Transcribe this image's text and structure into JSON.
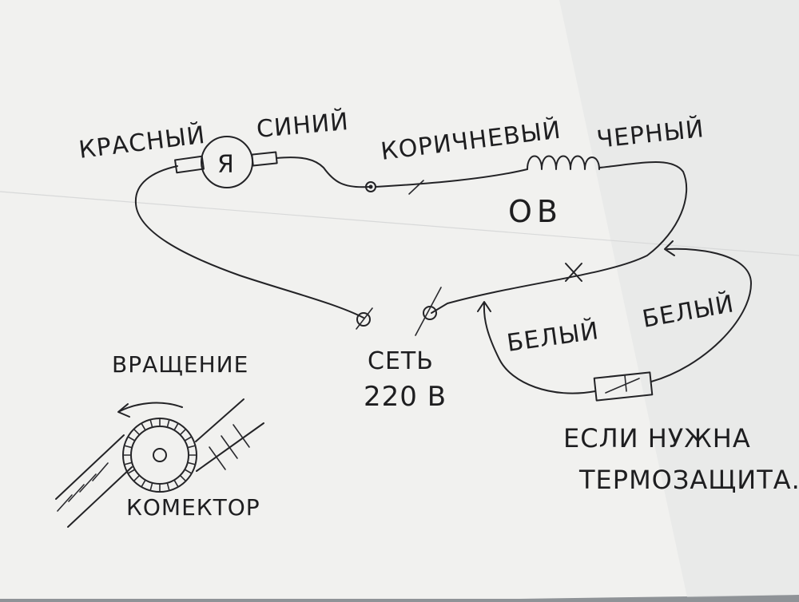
{
  "colors": {
    "paper": "#f1f1ef",
    "paper_shadow": "#d3d4d4",
    "ink": "#1e1e20",
    "background": "#8f9397"
  },
  "labels": {
    "red": "КРАСНЫЙ",
    "blue": "СИНИЙ",
    "brown": "КОРИЧНЕВЫЙ",
    "black": "ЧЕРНЫЙ",
    "armature": "Я",
    "field_winding": "ОВ",
    "white_left": "БЕЛЫЙ",
    "white_right": "БЕЛЫЙ",
    "mains": "СЕТЬ",
    "voltage": "220 В",
    "rotation": "ВРАЩЕНИЕ",
    "commutator": "КОМЕКТОР",
    "thermal_line1": "ЕСЛИ НУЖНА",
    "thermal_line2": "ТЕРМОЗАЩИТА."
  }
}
